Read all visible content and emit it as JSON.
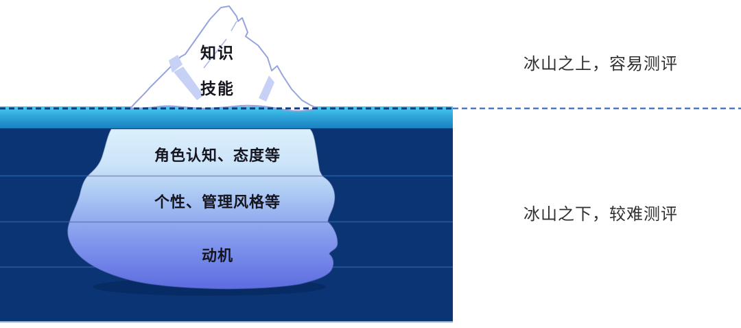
{
  "diagram": {
    "title_hint": "iceberg competency model",
    "above_water": {
      "labels": {
        "knowledge": "知识",
        "skills": "技能"
      }
    },
    "below_water": {
      "layers": [
        {
          "label": "角色认知、态度等"
        },
        {
          "label": "个性、管理风格等"
        },
        {
          "label": "动机"
        }
      ]
    },
    "annotations": {
      "above": "冰山之上，容易测评",
      "below": "冰山之下，较难测评"
    },
    "colors": {
      "water_surface_top": "#47c9f0",
      "water_surface_bottom": "#1a80c0",
      "water_deep": "#0b3474",
      "water_line": "#2b5fa5",
      "iceberg_outline": "#96a3dd",
      "iceberg_facet": "#c6d1f5",
      "body_gradient_top": "#d9eefc",
      "body_gradient_bottom": "#5d6ce0",
      "dash_over_water": "#0c3d80",
      "dash_over_white": "#4c77c4"
    }
  }
}
